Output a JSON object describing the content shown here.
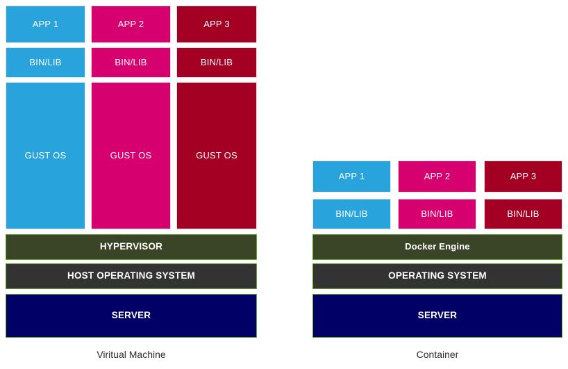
{
  "diagram": {
    "title_left": "Viritual Machine",
    "title_right": "Container",
    "colors": {
      "app1": "#29a3dc",
      "app2": "#d6006e",
      "app3": "#a30024",
      "engine": "#3a4426",
      "os": "#333333",
      "server": "#000066",
      "border_green": "#5fa52a",
      "text": "#ffffff",
      "caption": "#2b2b2b",
      "background": "#ffffff"
    }
  },
  "vm": {
    "caption": "Viritual Machine",
    "apps": [
      {
        "app": "APP 1",
        "binlib": "BIN/LIB",
        "os": "GUST OS",
        "color": "blue"
      },
      {
        "app": "APP 2",
        "binlib": "BIN/LIB",
        "os": "GUST OS",
        "color": "pink"
      },
      {
        "app": "APP 3",
        "binlib": "BIN/LIB",
        "os": "GUST OS",
        "color": "red"
      }
    ],
    "layers": [
      {
        "label": "HYPERVISOR",
        "style": "olive"
      },
      {
        "label": "HOST OPERATING SYSTEM",
        "style": "gray"
      },
      {
        "label": "SERVER",
        "style": "navy"
      }
    ]
  },
  "container": {
    "caption": "Container",
    "apps": [
      {
        "app": "APP 1",
        "binlib": "BIN/LIB",
        "color": "blue"
      },
      {
        "app": "APP 2",
        "binlib": "BIN/LIB",
        "color": "pink"
      },
      {
        "app": "APP 3",
        "binlib": "BIN/LIB",
        "color": "red"
      }
    ],
    "layers": [
      {
        "label": "Docker Engine",
        "style": "olive"
      },
      {
        "label": "OPERATING SYSTEM",
        "style": "gray"
      },
      {
        "label": "SERVER",
        "style": "navy"
      }
    ]
  }
}
